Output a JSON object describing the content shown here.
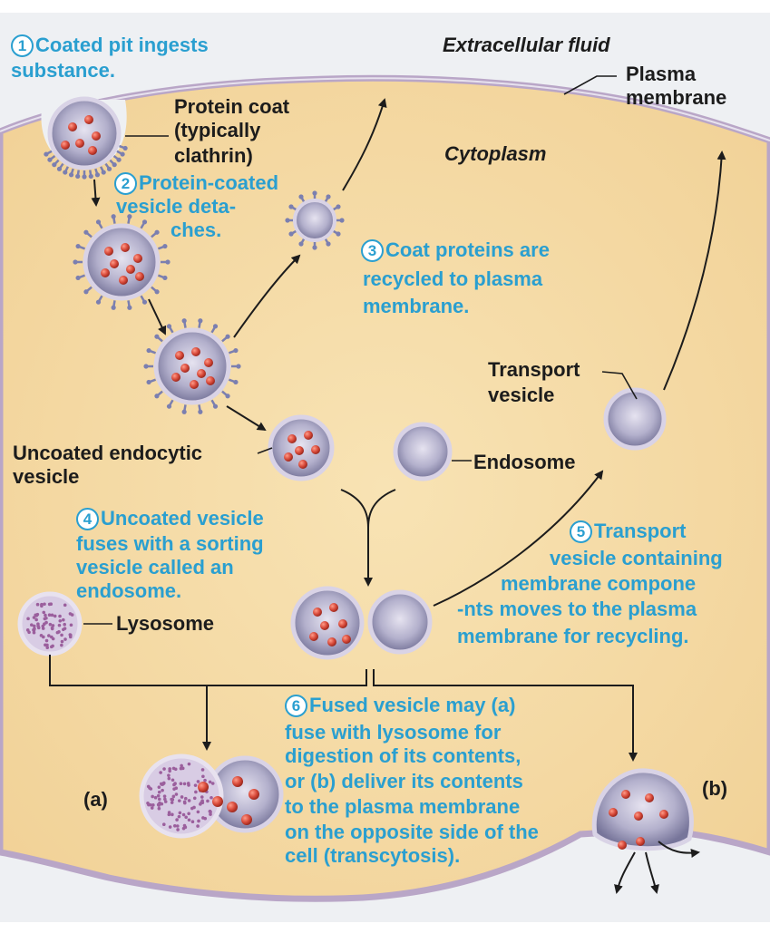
{
  "colors": {
    "cytoplasm": "#f5dca7",
    "extracellular": "#eef0f3",
    "membrane": "#b9a6c7",
    "vesicle_fill": "#8d8aaa",
    "vesicle_rim": "#d9d3e6",
    "coat_spike": "#7b7fb0",
    "cargo": "#d84a3a",
    "lysosome_dot": "#9b5f9d",
    "step_text": "#2a9fd0",
    "label_text": "#1c1c1c",
    "arrow": "#1c1c1c"
  },
  "steps": [
    {
      "n": "1",
      "lines": [
        "Coated pit ingests",
        "substance."
      ]
    },
    {
      "n": "2",
      "lines": [
        "Protein-coated",
        "vesicle deta-",
        "ches."
      ]
    },
    {
      "n": "3",
      "lines": [
        "Coat proteins are",
        "recycled to plasma",
        "membrane."
      ]
    },
    {
      "n": "4",
      "lines": [
        "Uncoated vesicle",
        "fuses with a sorting",
        "vesicle called an",
        "endosome."
      ]
    },
    {
      "n": "5",
      "lines": [
        "Transport",
        "vesicle containing",
        "membrane compone",
        "-nts moves to the plasma",
        "membrane for recycling."
      ]
    },
    {
      "n": "6",
      "lines": [
        "Fused vesicle may (a)",
        "fuse with lysosome for",
        "digestion of its contents,",
        "or (b) deliver its contents",
        "to the plasma membrane",
        "on the opposite side of the",
        "cell (transcytosis)."
      ]
    }
  ],
  "labels": {
    "extracellular": "Extracellular fluid",
    "cytoplasm": "Cytoplasm",
    "plasma_membrane": [
      "Plasma",
      "membrane"
    ],
    "protein_coat": [
      "Protein coat",
      "(typically",
      "clathrin)"
    ],
    "transport_vesicle": [
      "Transport",
      "vesicle"
    ],
    "uncoated_vesicle": [
      "Uncoated endocytic",
      "vesicle"
    ],
    "endosome": "Endosome",
    "lysosome": "Lysosome",
    "a": "(a)",
    "b": "(b)"
  }
}
